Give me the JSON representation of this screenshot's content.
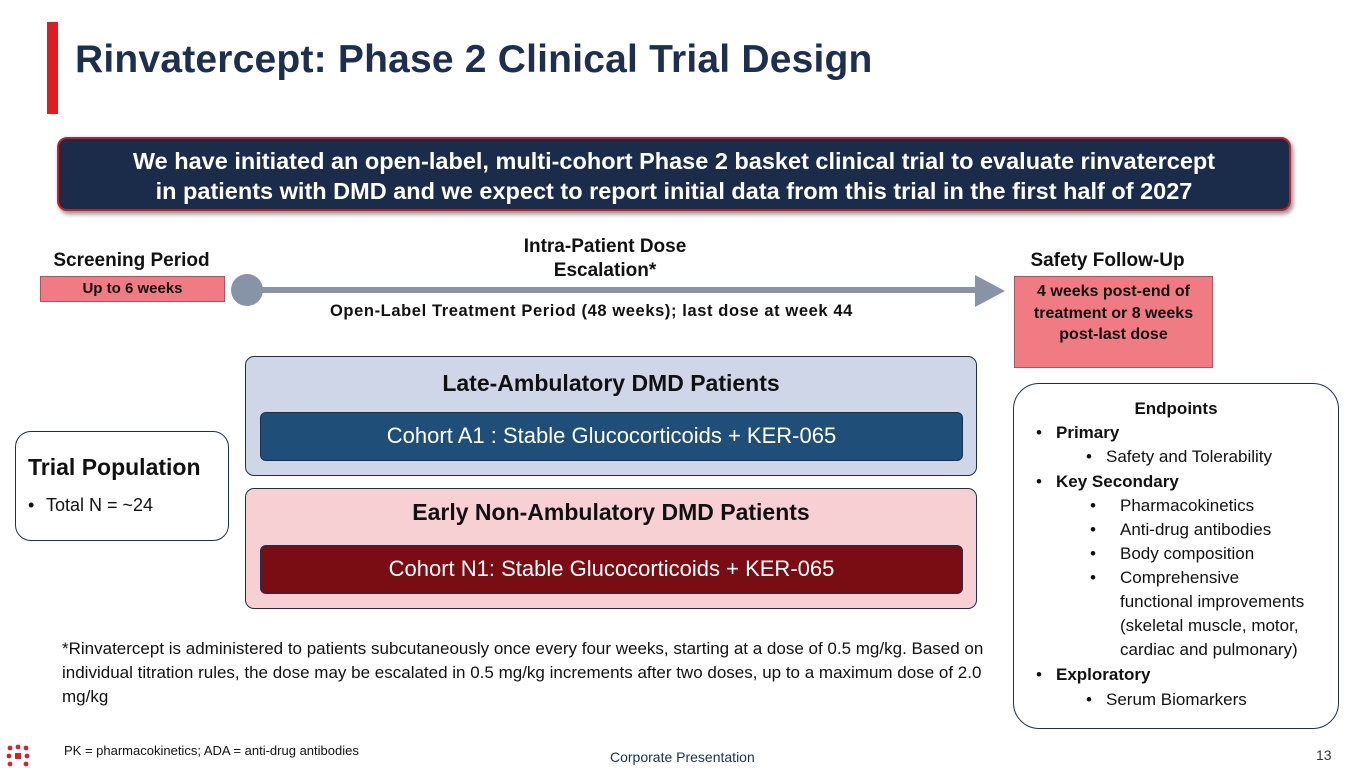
{
  "slide": {
    "title": "Rinvatercept: Phase 2 Clinical Trial Design",
    "banner_line1": "We have initiated an open-label, multi-cohort Phase 2 basket clinical trial to evaluate rinvatercept",
    "banner_line2": "in patients with DMD and we expect to report initial data from this trial in the first half of 2027"
  },
  "timeline": {
    "screening_label": "Screening Period",
    "screening_duration": "Up to 6 weeks",
    "escalation_label": "Intra-Patient Dose Escalation*",
    "treatment_period": "Open-Label Treatment Period  (48 weeks); last dose at week 44",
    "safety_label": "Safety Follow-Up",
    "safety_duration": "4 weeks post-end of treatment or 8 weeks post-last dose"
  },
  "population": {
    "title": "Trial Population",
    "bullet": "•",
    "item": "Total N = ~24"
  },
  "cohorts": {
    "late": {
      "title": "Late-Ambulatory DMD Patients",
      "cohort": "Cohort A1 :  Stable Glucocorticoids + KER-065"
    },
    "early": {
      "title": "Early Non-Ambulatory DMD Patients",
      "cohort": "Cohort N1:  Stable Glucocorticoids + KER-065"
    }
  },
  "endpoints": {
    "title": "Endpoints",
    "bullet": "•",
    "primary": "Primary",
    "primary_items": [
      "Safety and Tolerability"
    ],
    "key_secondary": "Key Secondary",
    "key_secondary_items": [
      "Pharmacokinetics",
      "Anti-drug antibodies",
      "Body composition",
      "Comprehensive",
      "functional improvements",
      "(skeletal muscle, motor,",
      "cardiac and pulmonary)"
    ],
    "exploratory": "Exploratory",
    "exploratory_items": [
      "Serum Biomarkers"
    ]
  },
  "footnote": "*Rinvatercept is administered to patients subcutaneously once every four weeks, starting at a dose of 0.5 mg/kg. Based on individual titration rules, the dose may be escalated in 0.5 mg/kg increments after two doses, up to a maximum dose of 2.0 mg/kg",
  "footer": {
    "abbreviations": "PK = pharmacokinetics; ADA = anti-drug antibodies",
    "center": "Corporate Presentation",
    "page_number": "13"
  },
  "colors": {
    "accent_red": "#e11b22",
    "title_navy": "#1c2f4e",
    "cohort_blue": "#1f4e79",
    "cohort_maroon": "#7a0c13",
    "period_pink": "#f07b82",
    "timeline_gray": "#8793a6"
  },
  "icons": {
    "logo": "company-logo-icon"
  }
}
